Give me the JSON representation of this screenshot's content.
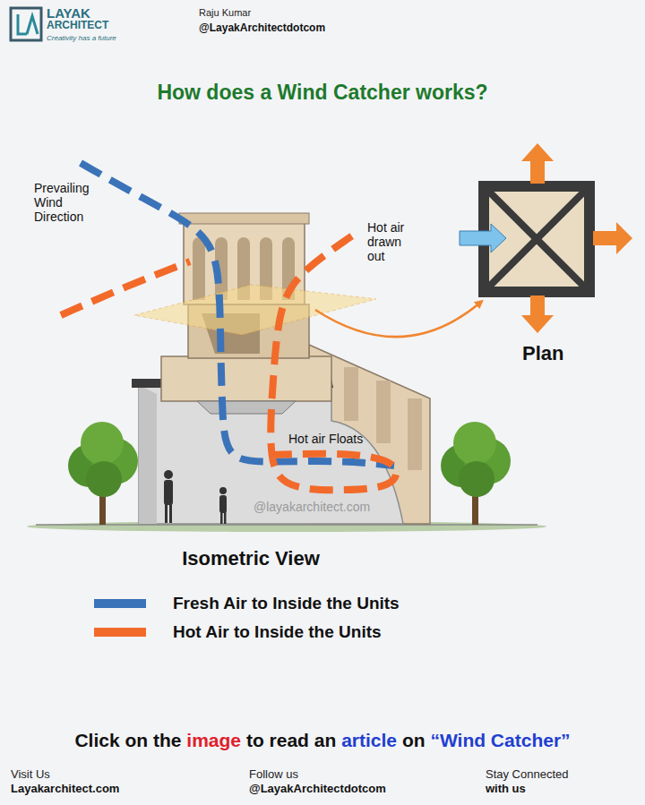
{
  "diagram": {
    "title": "How does a Wind Catcher works?",
    "labels": [
      "LAYAK",
      "ARCHITECT",
      "Creativity has a future",
      "Raju Kumar",
      "@LayakArchitectdotcom",
      "Prevailing Wind Direction",
      "Hot air drawn out",
      "Plan",
      "Hot air Floats",
      "@layakarchitect.com",
      "Isometric View",
      "Click on the",
      "image",
      "to read an",
      "article",
      "on",
      "“Wind Catcher”",
      "Visit Us",
      "Layakarchitect.com",
      "Follow us",
      "@LayakArchitectdotcom",
      "Stay Connected",
      "with us"
    ],
    "legend": [
      {
        "text": "Fresh Air to Inside the Units",
        "color": "#3b73b9"
      },
      {
        "text": "Hot Air to Inside the Units",
        "color": "#f26a2a"
      }
    ]
  }
}
